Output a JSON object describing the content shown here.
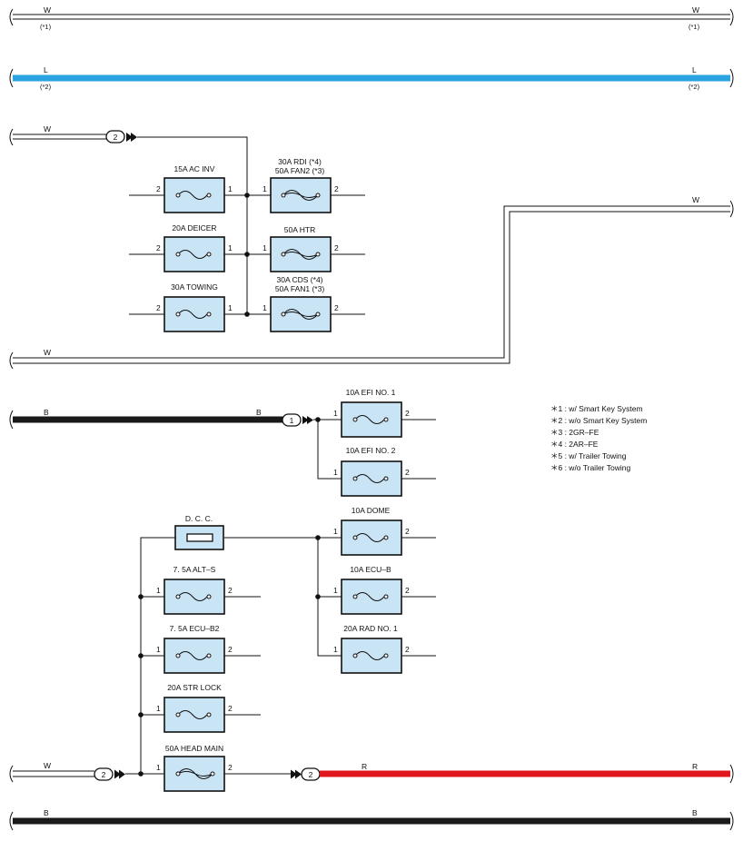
{
  "wires": {
    "w1": {
      "color_code": "W",
      "note": "(*1)"
    },
    "l": {
      "color_code": "L",
      "note": "(*2)",
      "color": "#2aa3e0"
    },
    "w2": {
      "color_code": "W"
    },
    "w3_right": {
      "color_code": "W"
    },
    "w3_left": {
      "color_code": "W"
    },
    "b1": {
      "color_code": "B"
    },
    "w4": {
      "color_code": "W"
    },
    "r": {
      "color_code": "R",
      "color": "#e2171e"
    },
    "b2": {
      "color_code": "B"
    }
  },
  "connectors": {
    "c2_top": "2",
    "c1": "1",
    "c2_bottom_left": "2",
    "c2_bottom_right": "2"
  },
  "fuses": {
    "ac_inv": {
      "title": "15A AC INV",
      "pin_left": "2",
      "pin_right": "1"
    },
    "deicer": {
      "title": "20A DEICER",
      "pin_left": "2",
      "pin_right": "1"
    },
    "towing": {
      "title": "30A TOWING",
      "pin_left": "2",
      "pin_right": "1"
    },
    "rdi": {
      "title1": "30A RDI (*4)",
      "title2": "50A FAN2 (*3)",
      "pin_left": "1",
      "pin_right": "2"
    },
    "htr": {
      "title": "50A HTR",
      "pin_left": "1",
      "pin_right": "2"
    },
    "cds": {
      "title1": "30A CDS (*4)",
      "title2": "50A FAN1 (*3)",
      "pin_left": "1",
      "pin_right": "2"
    },
    "efi1": {
      "title": "10A EFI NO. 1",
      "pin_left": "1",
      "pin_right": "2"
    },
    "efi2": {
      "title": "10A EFI NO. 2",
      "pin_left": "1",
      "pin_right": "2"
    },
    "dcc": {
      "title": "D. C. C."
    },
    "dome": {
      "title": "10A DOME",
      "pin_left": "1",
      "pin_right": "2"
    },
    "alts": {
      "title": "7. 5A ALT–S",
      "pin_left": "1",
      "pin_right": "2"
    },
    "ecub": {
      "title": "10A ECU–B",
      "pin_left": "1",
      "pin_right": "2"
    },
    "ecub2": {
      "title": "7. 5A ECU–B2",
      "pin_left": "1",
      "pin_right": "2"
    },
    "rad": {
      "title": "20A RAD NO. 1",
      "pin_left": "1",
      "pin_right": "2"
    },
    "strlock": {
      "title": "20A STR LOCK",
      "pin_left": "1",
      "pin_right": "2"
    },
    "headmain": {
      "title": "50A HEAD MAIN",
      "pin_left": "1",
      "pin_right": "2"
    }
  },
  "legend": [
    "＊1 : w/ Smart Key System",
    "＊2 : w/o Smart Key System",
    "＊3 : 2GR–FE",
    "＊4 : 2AR–FE",
    "＊5 : w/ Trailer Towing",
    "＊6 : w/o Trailer Towing"
  ]
}
